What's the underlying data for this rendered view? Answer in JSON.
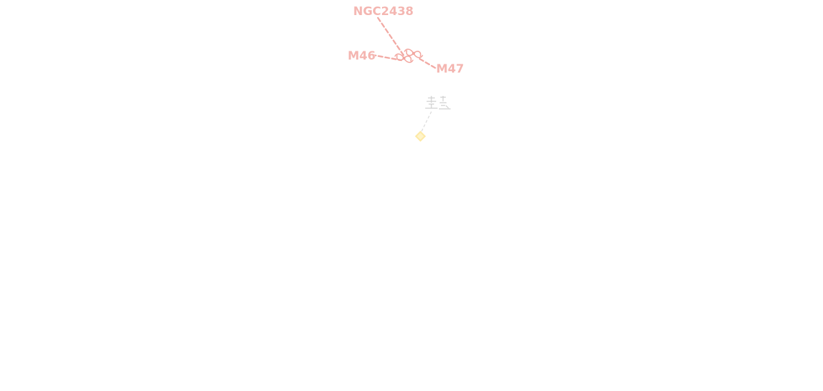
{
  "map": {
    "objects": [
      {
        "id": "ngc2438",
        "label": "NGC2438",
        "type": "planetary-nebula"
      },
      {
        "id": "m46",
        "label": "M46",
        "type": "open-cluster"
      },
      {
        "id": "m47",
        "label": "M47",
        "type": "open-cluster"
      }
    ],
    "colors": {
      "deep_sky_label": "#f4b6b1",
      "leader_line": "#f2aaa4",
      "star_marker": "#fde9a6",
      "background": "#ffffff"
    },
    "icons": {
      "deep_sky_object": "spiral-galaxy-icon",
      "star": "diamond-star-icon"
    }
  }
}
